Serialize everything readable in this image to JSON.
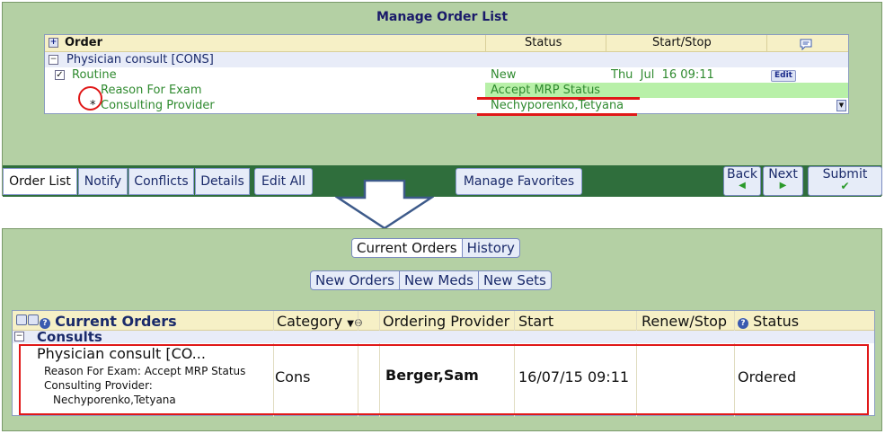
{
  "top": {
    "title": "Manage Order List",
    "table": {
      "headers": {
        "order": "Order",
        "status": "Status",
        "start_stop": "Start/Stop"
      },
      "group_label": "Physician consult [CONS]",
      "routine": {
        "label": "Routine",
        "status": "New",
        "start_stop": "Thu  Jul  16 09:11",
        "edit": "Edit"
      },
      "reason": {
        "label": "Reason For Exam",
        "value": "Accept MRP Status"
      },
      "consulting": {
        "asterisk": "*",
        "label": "Consulting Provider",
        "value": "Nechyporenko,Tetyana"
      }
    },
    "tabs": [
      "Order List",
      "Notify",
      "Conflicts",
      "Details"
    ],
    "edit_all": "Edit All",
    "manage_favorites": "Manage Favorites",
    "back": "Back",
    "next": "Next",
    "submit": "Submit"
  },
  "bottom": {
    "view_toggle": [
      "Current Orders",
      "History"
    ],
    "new_buttons": [
      "New Orders",
      "New Meds",
      "New Sets"
    ],
    "table": {
      "headers": {
        "current_orders": "Current Orders",
        "category": "Category",
        "ordering_provider": "Ordering Provider",
        "start": "Start",
        "renew_stop": "Renew/Stop",
        "status": "Status"
      },
      "group": "Consults",
      "row": {
        "title": "Physician consult [CO...",
        "line1": "Reason For Exam: Accept MRP Status",
        "line2": "Consulting Provider:",
        "line3": "Nechyporenko,Tetyana",
        "category": "Cons",
        "provider": "Berger,Sam",
        "start": "16/07/15 09:11",
        "status": "Ordered"
      }
    }
  },
  "colors": {
    "panel_green": "#b4d0a4",
    "nav_green": "#2f6e3c",
    "highlight_green": "#b8f0a8",
    "annotation_red": "#e01818"
  }
}
